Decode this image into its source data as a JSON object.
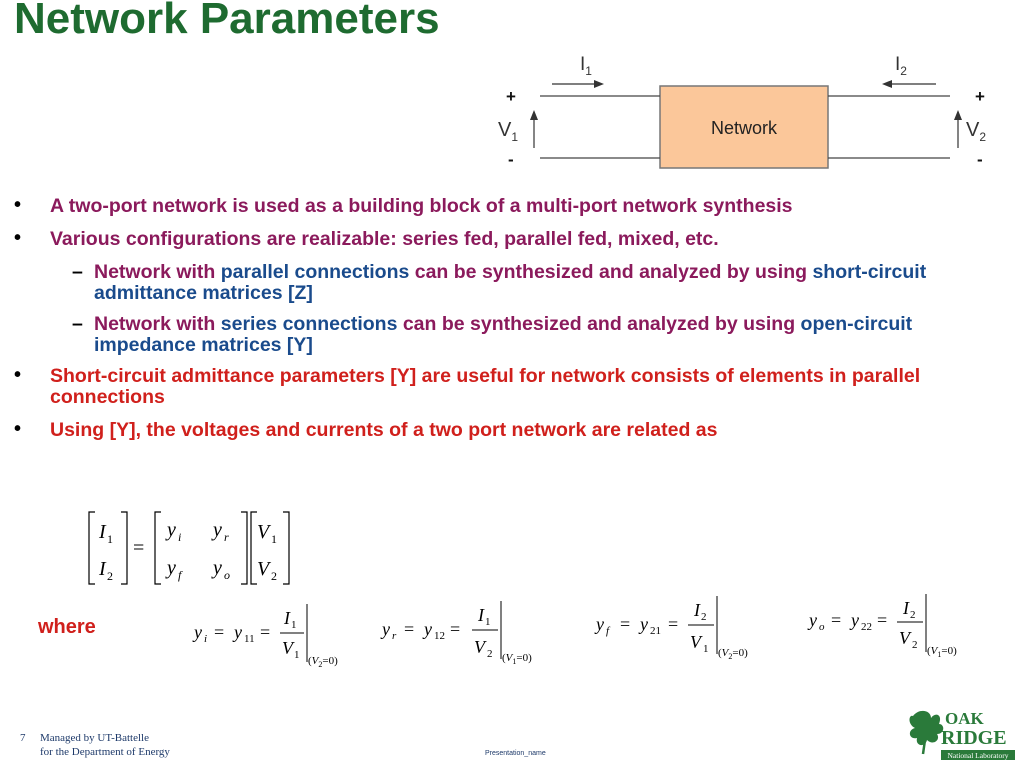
{
  "title": "Network Parameters",
  "diagram": {
    "box_label": "Network",
    "i1": "I",
    "i1_sub": "1",
    "i2": "I",
    "i2_sub": "2",
    "v1": "V",
    "v1_sub": "1",
    "v2": "V",
    "v2_sub": "2",
    "plus": "+",
    "minus": "-"
  },
  "bullets": {
    "b1": "A two-port network is used as a building block of a multi-port network synthesis",
    "b2": "Various configurations are realizable: series fed, parallel fed, mixed, etc.",
    "s1_a": "Network with ",
    "s1_b": "parallel connections",
    "s1_c": " can be synthesized and analyzed by using ",
    "s1_d": "short-circuit admittance matrices [Z]",
    "s2_a": "Network with ",
    "s2_b": "series connections",
    "s2_c": " can be synthesized and analyzed by using ",
    "s2_d": "open-circuit impedance matrices [Y]",
    "b3": "Short-circuit admittance parameters [Y] are useful for network consists of elements in parallel connections",
    "b4": "Using [Y], the voltages and currents of a two port network are related as"
  },
  "where": "where",
  "footer": {
    "page": "7",
    "line1": "Managed by UT-Battelle",
    "line2": "for the Department of Energy",
    "presentation": "Presentation_name"
  },
  "logo": {
    "line1": "OAK",
    "line2": "RIDGE",
    "line3": "National Laboratory"
  },
  "colors": {
    "title": "#1e6b30",
    "magenta": "#8b1a5c",
    "blue": "#1a4b8c",
    "red": "#d0201c",
    "box_fill": "#fbc79a"
  }
}
